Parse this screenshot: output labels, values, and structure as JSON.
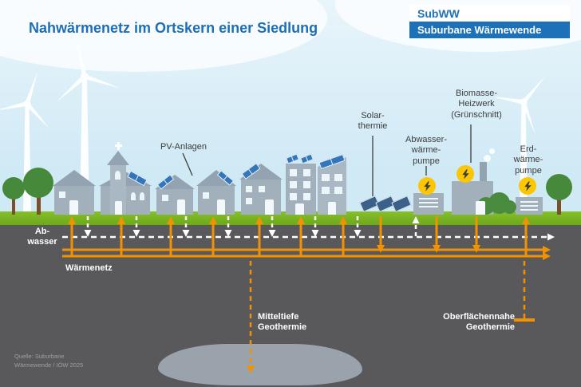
{
  "title": "Nahwärmenetz im Ortskern einer Siedlung",
  "logo": {
    "brand": "SubWW",
    "subtitle": "Suburbane Wärmewende"
  },
  "callouts": {
    "pv": "PV-Anlagen",
    "solarthermie": "Solar-\nthermie",
    "biomasse": "Biomasse-\nHeizwerk\n(Grünschnitt)",
    "abwasser_wp": "Abwasser-\nwärme-\npumpe",
    "erd_wp": "Erd-\nwärme-\npumpe"
  },
  "underground": {
    "abwasser": "Ab-\nwasser",
    "waermenetz": "Wärmenetz",
    "mitteltiefe_geothermie": "Mitteltiefe\nGeothermie",
    "oberflaechennahe_geothermie": "Oberflächennahe\nGeothermie"
  },
  "source": "Quelle: Suburbane\nWärmewende / IÖW 2025",
  "icons": {
    "heat_pump_badge": "lightning-bolt",
    "wind_turbine": "wind-turbine",
    "tree": "tree",
    "cloud": "cloud"
  },
  "colors": {
    "accent_blue": "#1d71b8",
    "heat_orange": "#f39200",
    "badge_yellow": "#fcc602",
    "grass_green": "#7ab51d",
    "underground_gray": "#59595b",
    "sky_blue": "#cfe9f5",
    "pv_blue": "#3376bb",
    "building_gray": "#a2b0bc"
  }
}
